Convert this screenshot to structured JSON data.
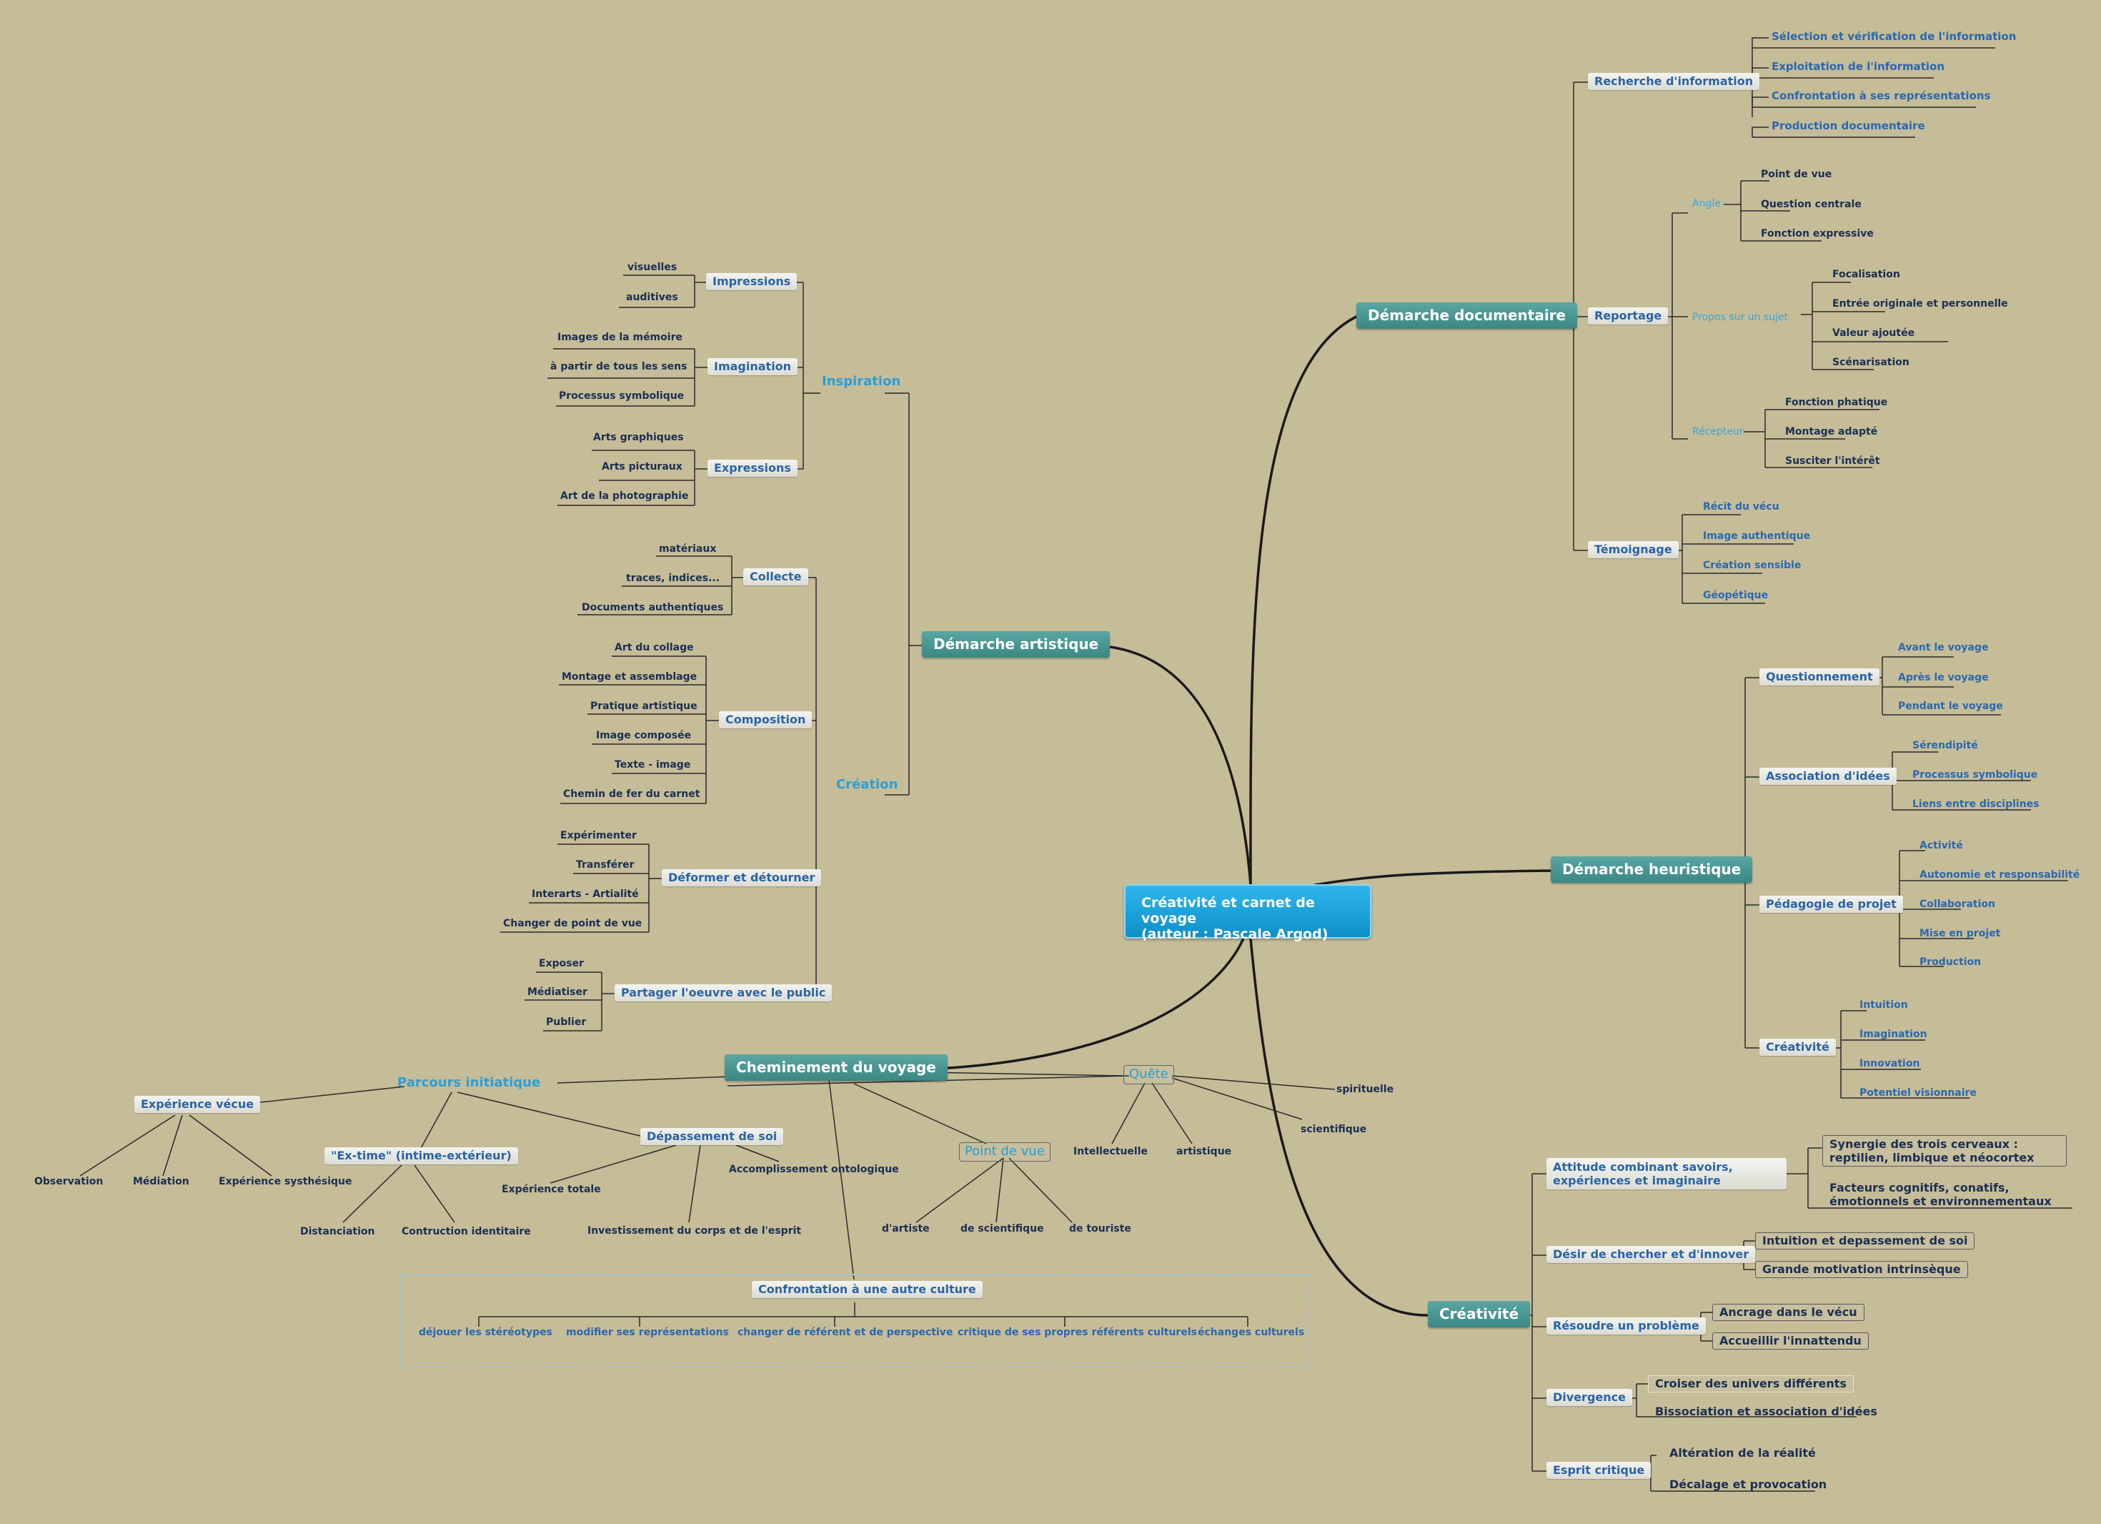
{
  "central": {
    "line1": "Créativité et carnet de voyage",
    "line2": "(auteur : Pascale Argod)"
  },
  "branches": {
    "documentaire": "Démarche  documentaire",
    "artistique": "Démarche artistique",
    "heuristique": "Démarche heuristique",
    "cheminement": "Cheminement du voyage",
    "creativite": "Créativité"
  },
  "doc": {
    "recherche": "Recherche d'information",
    "recherche_items": [
      "Sélection et vérification de l'information",
      "Exploitation de  l'information",
      "Confrontation à ses représentations",
      "Production documentaire"
    ],
    "reportage": "Reportage",
    "angle": "Angle",
    "angle_items": [
      "Point de vue",
      "Question centrale",
      "Fonction expressive"
    ],
    "propos": "Propos sur un sujet",
    "propos_items": [
      "Focalisation",
      "Entrée originale et personnelle",
      "Valeur ajoutée",
      "Scénarisation"
    ],
    "recepteur": "Récepteur",
    "recepteur_items": [
      "Fonction phatique",
      "Montage adapté",
      "Susciter l'intérêt"
    ],
    "temoignage": "Témoignage",
    "temoignage_items": [
      "Récit du vécu",
      "Image authentique",
      "Création sensible",
      "Géopétique"
    ]
  },
  "art": {
    "inspiration": "Inspiration",
    "impressions": "Impressions",
    "impressions_items": [
      "visuelles",
      "auditives"
    ],
    "imagination": "Imagination",
    "imagination_items": [
      "Images de la mémoire",
      "à partir de tous les sens",
      "Processus symbolique"
    ],
    "expressions": "Expressions",
    "expressions_items": [
      "Arts graphiques",
      "Arts picturaux",
      "Art de la photographie"
    ],
    "creation": "Création",
    "collecte": "Collecte",
    "collecte_items": [
      "matériaux",
      "traces, indices...",
      "Documents authentiques"
    ],
    "composition": "Composition",
    "composition_items": [
      "Art du collage",
      "Montage et assemblage",
      "Pratique artistique",
      "Image composée",
      "Texte - image",
      "Chemin de fer du carnet"
    ],
    "deformer": "Déformer et détourner",
    "deformer_items": [
      "Expérimenter",
      "Transférer",
      "Interarts - Artialité",
      "Changer de point de vue"
    ],
    "partager": "Partager l'oeuvre avec le public",
    "partager_items": [
      "Exposer",
      "Médiatiser",
      "Publier"
    ]
  },
  "heur": {
    "questionnement": "Questionnement",
    "questionnement_items": [
      "Avant le voyage",
      "Après le voyage",
      "Pendant le voyage"
    ],
    "association": "Association d'idées",
    "association_items": [
      "Sérendipité",
      "Processus symbolique",
      "Liens entre disciplines"
    ],
    "pedagogie": "Pédagogie de projet",
    "pedagogie_items": [
      "Activité",
      "Autonomie et responsabilité",
      "Collaboration",
      "Mise en projet",
      "Production"
    ],
    "creativite": "Créativité",
    "creativite_items": [
      "Intuition",
      "Imagination",
      "Innovation",
      "Potentiel visionnaire"
    ]
  },
  "crea": {
    "attitude": "Attitude combinant savoirs, expériences et imaginaire",
    "attitude_items": [
      "Synergie des trois cerveaux : reptilien, limbique et néocortex",
      "Facteurs cognitifs, conatifs, émotionnels et environnementaux"
    ],
    "desir": "Désir de chercher et d'innover",
    "desir_items": [
      "Intuition et depassement de soi",
      "Grande motivation intrinsèque"
    ],
    "resoudre": "Résoudre un problème",
    "resoudre_items": [
      "Ancrage dans le vécu",
      "Accueillir l'innattendu"
    ],
    "divergence": "Divergence",
    "divergence_items": [
      "Croiser des univers différents",
      "Bissociation et association d'idées"
    ],
    "esprit": "Esprit critique",
    "esprit_items": [
      "Altération de la réalité",
      "Décalage et provocation"
    ]
  },
  "chem": {
    "parcours": "Parcours initiatique",
    "experience": "Expérience vécue",
    "experience_items": [
      "Observation",
      "Médiation",
      "Expérience systhésique"
    ],
    "extime": "\"Ex-time\" (intime-extérieur)",
    "extime_items": [
      "Distanciation",
      "Contruction identitaire"
    ],
    "depassement": "Dépassement de soi",
    "depassement_items": [
      "Expérience totale",
      "Investissement du corps et de l'esprit",
      "Accomplissement ontologique"
    ],
    "quete": "Quête",
    "quete_items": [
      "spirituelle",
      "scientifique",
      "artistique",
      "Intellectuelle"
    ],
    "pointdevue": "Point de vue",
    "pointdevue_items": [
      "d'artiste",
      "de scientifique",
      "de touriste"
    ],
    "confrontation": "Confrontation à une autre culture",
    "confrontation_items": [
      "déjouer les stéréotypes",
      "modifier ses représentations",
      "changer de référent et de perspective",
      "critique de ses propres référents culturels",
      "échanges culturels"
    ]
  },
  "colors": {
    "background": "#c5bc98",
    "central": "#1aa3dc",
    "main_branch": "#4a9793",
    "link_text": "#2a68b0",
    "leaf_text": "#1c2e52",
    "accent_blue": "#2b9fd6"
  }
}
